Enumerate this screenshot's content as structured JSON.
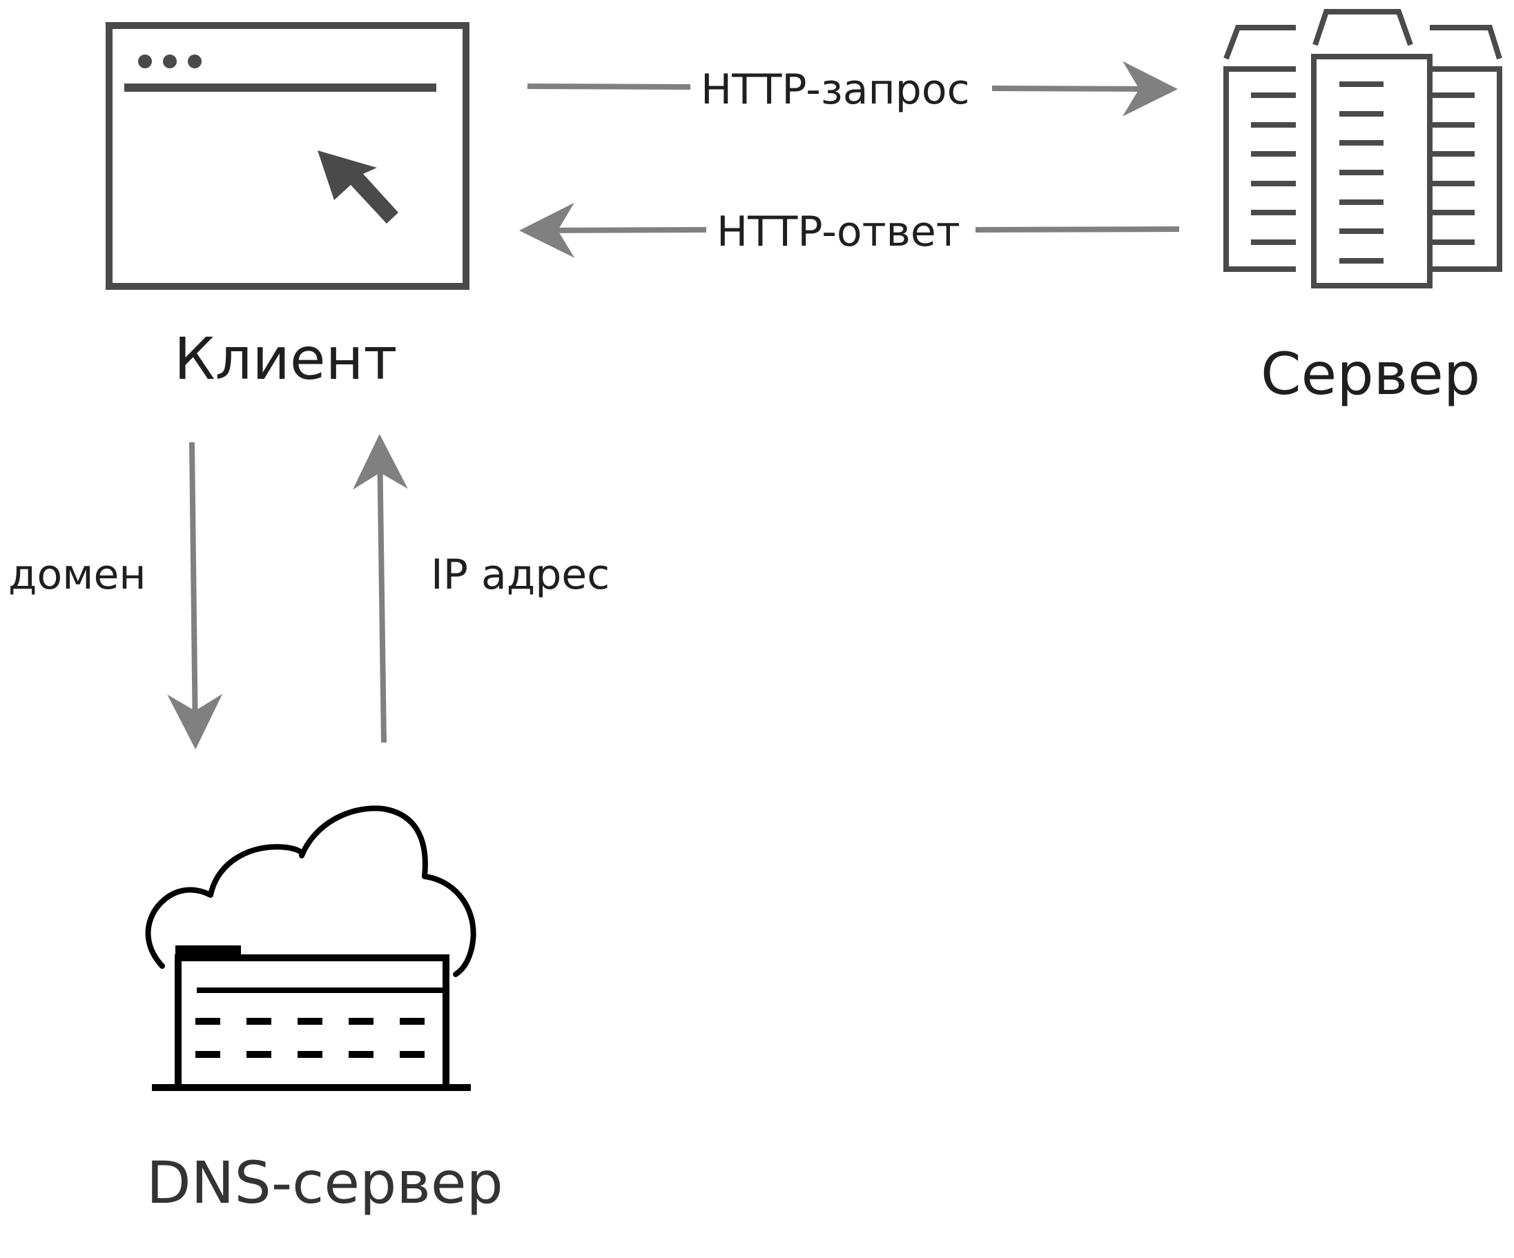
{
  "nodes": {
    "client": {
      "label": "Клиент"
    },
    "server": {
      "label": "Сервер"
    },
    "dns": {
      "label": "DNS-сервер"
    }
  },
  "edges": {
    "http_request": {
      "label": "HTTP-запрос"
    },
    "http_response": {
      "label": "HTTP-ответ"
    },
    "domain": {
      "label": "домен"
    },
    "ip": {
      "label": "IP адрес"
    }
  },
  "colors": {
    "icon_stroke": "#4a4a4a",
    "dns_stroke": "#000000",
    "arrow": "#808080",
    "text": "#1f1f1f"
  }
}
